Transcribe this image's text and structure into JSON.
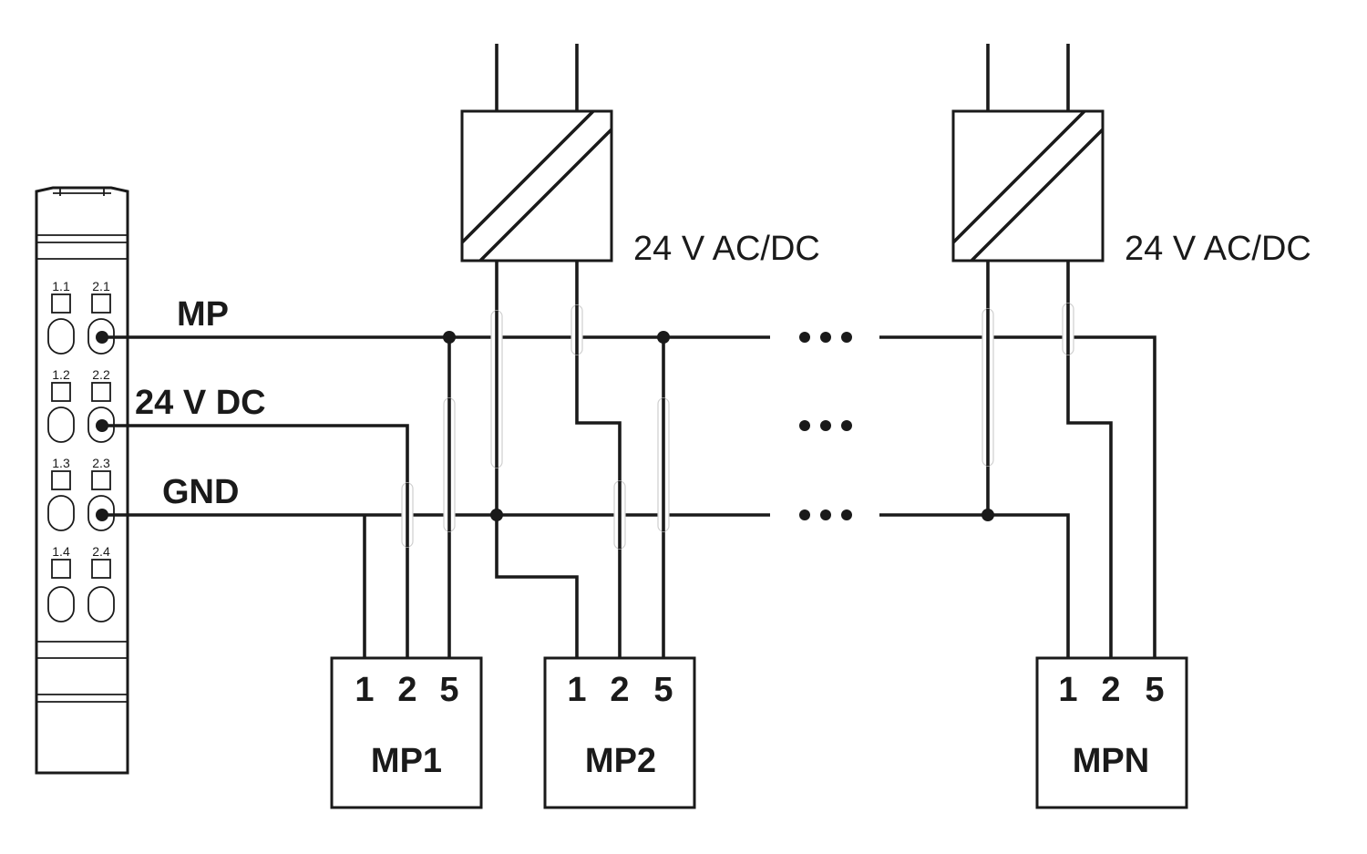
{
  "signals": {
    "mp": "MP",
    "v24dc": "24 V DC",
    "gnd": "GND"
  },
  "power_supplies": [
    {
      "label": "24 V AC/DC"
    },
    {
      "label": "24 V AC/DC"
    }
  ],
  "devices": [
    {
      "name": "MP1",
      "pins": [
        "1",
        "2",
        "5"
      ]
    },
    {
      "name": "MP2",
      "pins": [
        "1",
        "2",
        "5"
      ]
    },
    {
      "name": "MPN",
      "pins": [
        "1",
        "2",
        "5"
      ]
    }
  ],
  "terminals": {
    "row1": [
      "1.1",
      "2.1"
    ],
    "row2": [
      "1.2",
      "2.2"
    ],
    "row3": [
      "1.3",
      "2.3"
    ],
    "row4": [
      "1.4",
      "2.4"
    ]
  }
}
